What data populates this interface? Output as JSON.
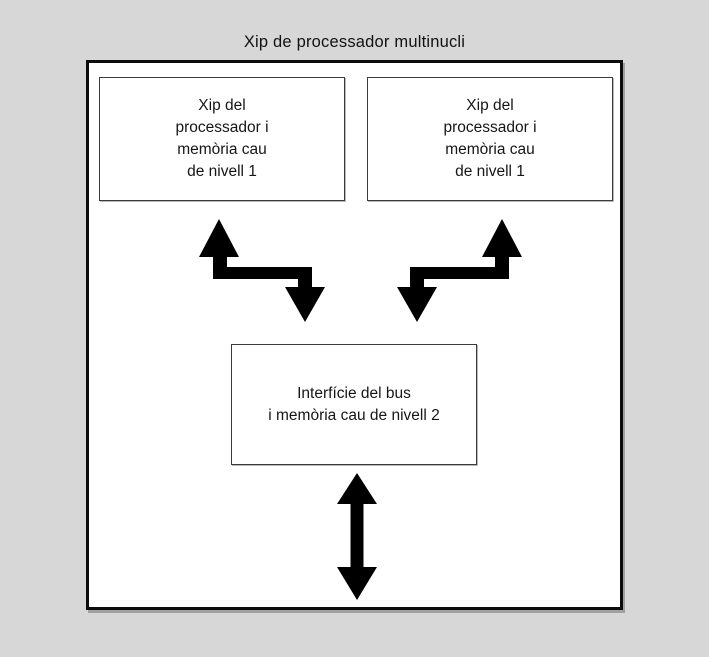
{
  "title": "Xip de processador multinucli",
  "boxes": {
    "core_left": {
      "lines": [
        "Xip del",
        "processador i",
        "memòria cau",
        "de nivell 1"
      ]
    },
    "core_right": {
      "lines": [
        "Xip del",
        "processador i",
        "memòria cau",
        "de nivell 1"
      ]
    },
    "bus": {
      "lines": [
        "Interfície del bus",
        "i memòria cau de nivell 2"
      ]
    }
  },
  "icons": {
    "arrow_left": "zigzag-bidirectional-arrow",
    "arrow_right": "zigzag-bidirectional-arrow-mirrored",
    "arrow_bottom": "vertical-bidirectional-arrow"
  },
  "colors": {
    "background": "#d7d7d7",
    "box_fill": "#ffffff",
    "border": "#0c0c0c",
    "arrow": "#000000",
    "text": "#161616"
  }
}
